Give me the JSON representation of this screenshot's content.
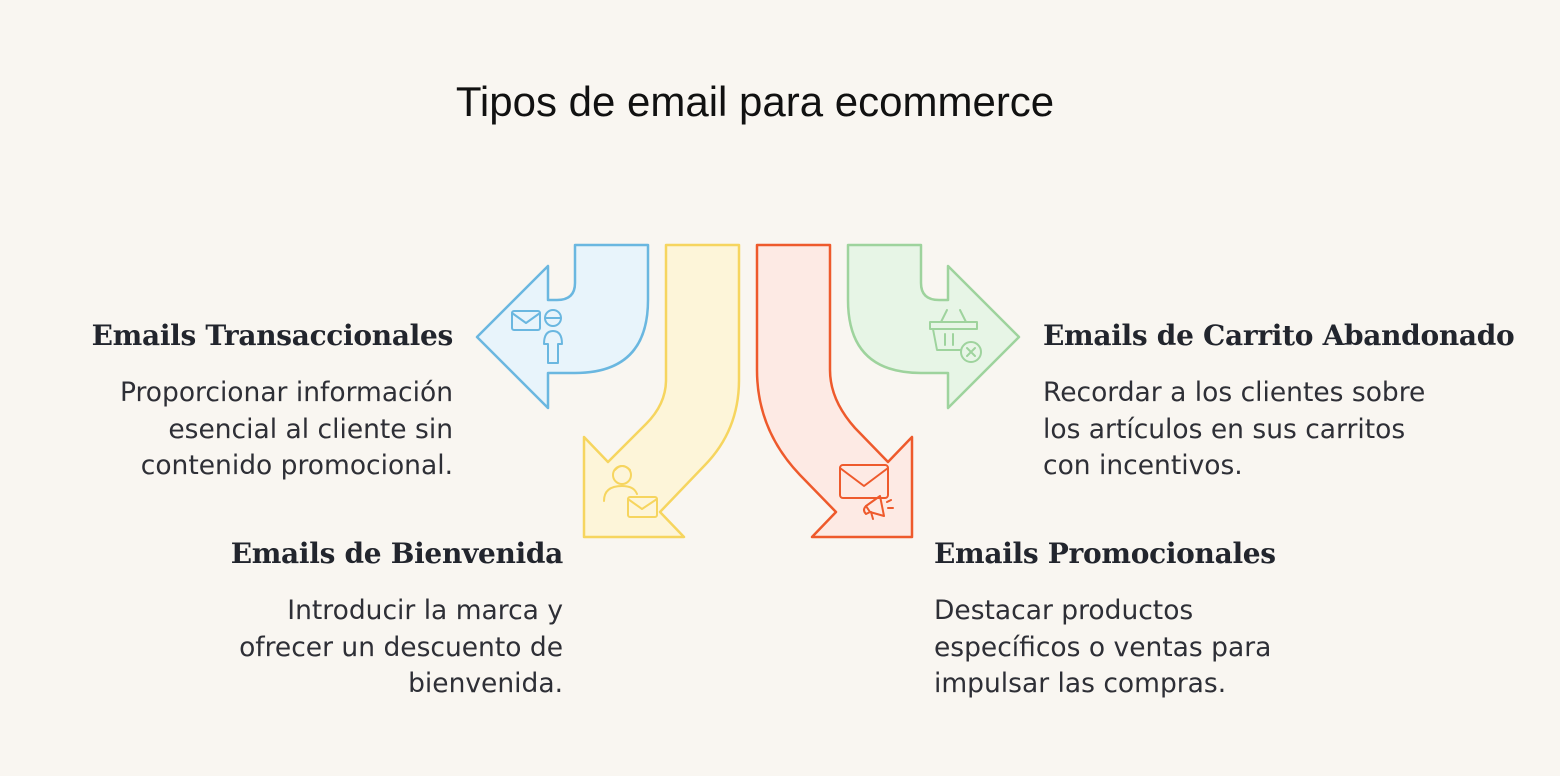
{
  "title": "Tipos de email para ecommerce",
  "colors": {
    "background": "#f9f6f1",
    "blue": "#6ab7e0",
    "blue_fill": "#e8f4fb",
    "yellow": "#f6d55f",
    "yellow_fill": "#fdf5d9",
    "orange": "#ee5a2c",
    "orange_fill": "#fdeae4",
    "green": "#9ed39d",
    "green_fill": "#e7f5e6"
  },
  "items": [
    {
      "heading": "Emails Transaccionales",
      "description": "Proporcionar información esencial al cliente sin contenido promocional.",
      "icon": "email-person-icon",
      "color": "blue"
    },
    {
      "heading": "Emails de Bienvenida",
      "description": "Introducir la marca y ofrecer un descuento de bienvenida.",
      "icon": "person-mail-icon",
      "color": "yellow"
    },
    {
      "heading": "Emails Promocionales",
      "description": "Destacar productos específicos o ventas para impulsar las compras.",
      "icon": "mail-megaphone-icon",
      "color": "orange"
    },
    {
      "heading": "Emails de Carrito Abandonado",
      "description": "Recordar a los clientes sobre los artículos en sus carritos con incentivos.",
      "icon": "basket-cancel-icon",
      "color": "green"
    }
  ]
}
